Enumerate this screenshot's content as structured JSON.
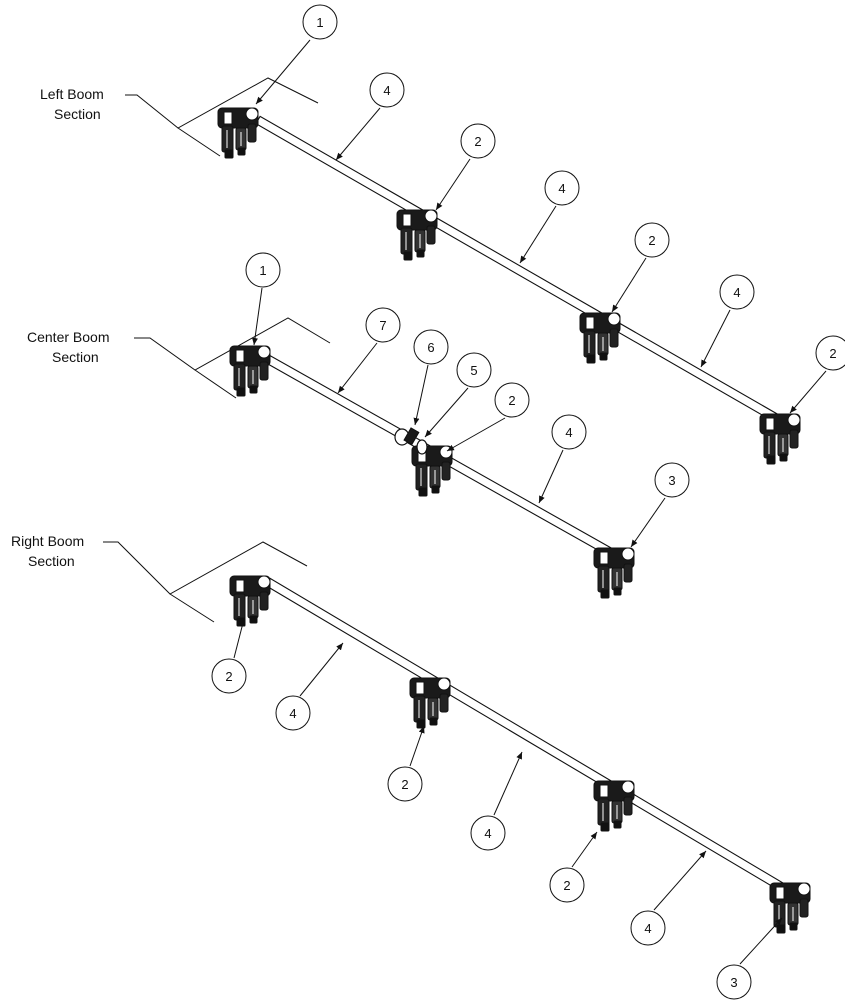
{
  "sections": [
    {
      "line1": "Left Boom",
      "line2": "Section"
    },
    {
      "line1": "Center Boom",
      "line2": "Section"
    },
    {
      "line1": "Right Boom",
      "line2": "Section"
    }
  ],
  "callouts": [
    "1",
    "4",
    "2",
    "4",
    "2",
    "4",
    "2",
    "1",
    "7",
    "6",
    "5",
    "2",
    "4",
    "3",
    "2",
    "4",
    "2",
    "4",
    "2",
    "4",
    "3"
  ]
}
